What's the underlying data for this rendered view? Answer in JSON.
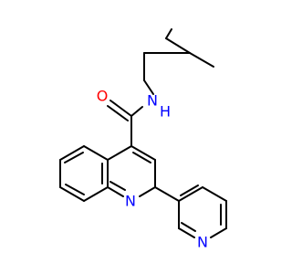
{
  "molecule": {
    "atoms": {
      "carbonyl_oxygen": {
        "symbol": "O",
        "color": "#ff0000"
      },
      "amide_nitrogen": {
        "symbol": "N",
        "color": "#0000ff"
      },
      "amide_hydrogen": {
        "symbol": "H",
        "color": "#0000ff"
      },
      "quinoline_nitrogen": {
        "symbol": "N",
        "color": "#0000ff"
      },
      "pyridine_nitrogen": {
        "symbol": "N",
        "color": "#0000ff"
      }
    },
    "bond_color": "#000000",
    "background": "#ffffff"
  }
}
